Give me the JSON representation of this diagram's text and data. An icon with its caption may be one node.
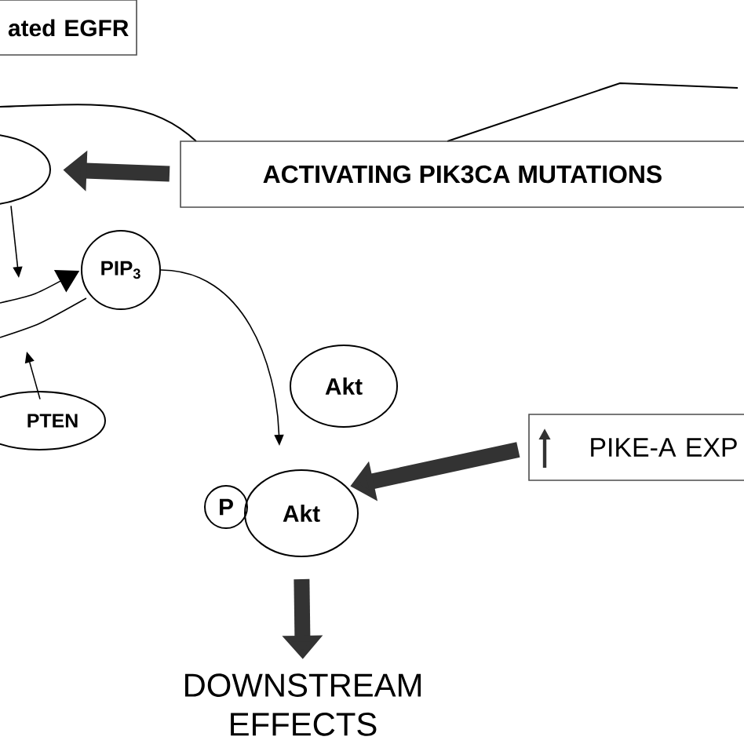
{
  "diagram": {
    "nodes": [
      {
        "text": [
          "ated EGFR"
        ]
      },
      {
        "text": [],
        "shape": "ellipse"
      },
      {
        "text": [
          "ACTIVATING PIK3CA MUTATIONS"
        ]
      },
      {
        "text": [
          "PIP$_{3}$"
        ]
      },
      {
        "text": [
          "PTEN"
        ]
      },
      {
        "text": [
          "Akt"
        ]
      },
      {
        "text": [
          "P"
        ]
      },
      {
        "text": [
          "Akt"
        ]
      },
      {
        "text": [
          "PIKE-A EXP"
        ]
      },
      {
        "text": [
          "DOWNSTREAM EFFECTS"
        ]
      }
    ],
    "edges": [
      {
        "from": 2,
        "to": 1,
        "arrow": "to",
        "style": "thick"
      },
      {
        "from": 1,
        "to": null,
        "arrow": "to"
      },
      {
        "from": null,
        "to": 3,
        "arrow": "to"
      },
      {
        "from": 3,
        "to": null,
        "arrow": "none"
      },
      {
        "from": 4,
        "to": null,
        "arrow": "to"
      },
      {
        "from": 3,
        "to": 7,
        "arrow": "to"
      },
      {
        "from": 8,
        "to": 7,
        "arrow": "to",
        "style": "thick"
      },
      {
        "from": 7,
        "to": 9,
        "arrow": "to",
        "style": "thick"
      }
    ]
  }
}
